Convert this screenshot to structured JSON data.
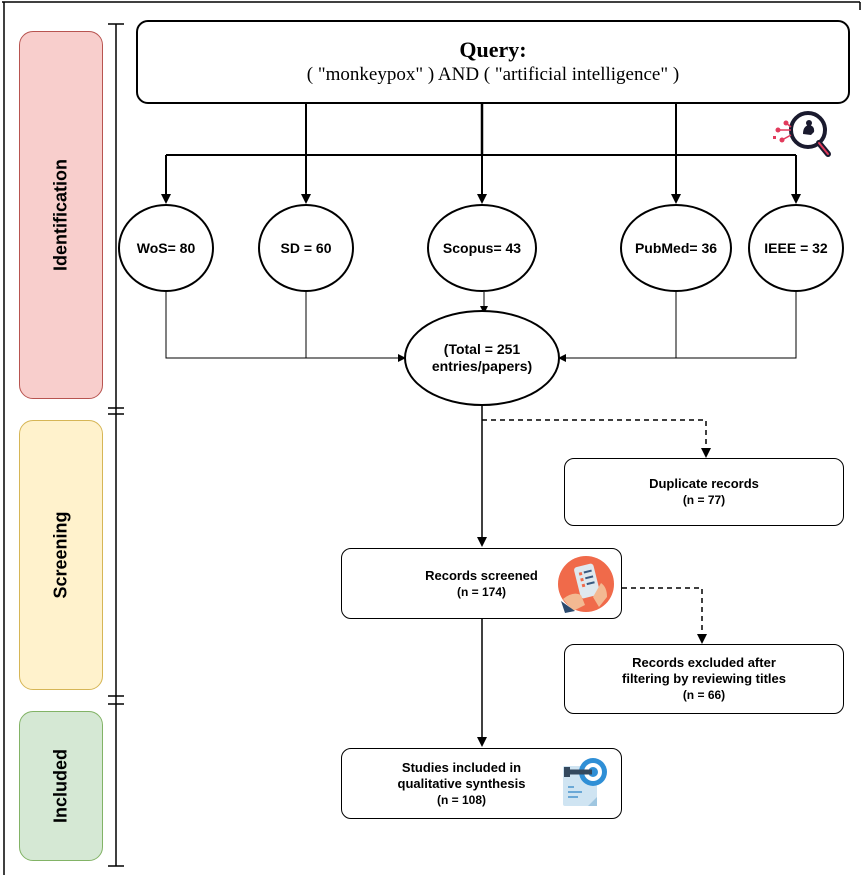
{
  "stages": {
    "identification": "Identification",
    "screening": "Screening",
    "included": "Included"
  },
  "query": {
    "title": "Query:",
    "text": "( \"monkeypox\" ) AND ( \"artificial intelligence\" )"
  },
  "sources": [
    {
      "label": "WoS= 80"
    },
    {
      "label": "SD = 60"
    },
    {
      "label": "Scopus= 43"
    },
    {
      "label": "PubMed= 36"
    },
    {
      "label": "IEEE = 32"
    }
  ],
  "total": {
    "line1": "(Total = 251",
    "line2": "entries/papers)"
  },
  "duplicates": {
    "line1": "Duplicate records",
    "line2": "(n = 77)"
  },
  "screened": {
    "line1": "Records screened",
    "line2": "(n = 174)"
  },
  "excluded": {
    "line1": "Records excluded after",
    "line2": "filtering by reviewing titles",
    "line3": "(n = 66)"
  },
  "included_box": {
    "line1": "Studies included in",
    "line2": "qualitative synthesis",
    "line3": "(n = 108)"
  },
  "colors": {
    "identification_fill": "#f8cecc",
    "identification_border": "#b85450",
    "screening_fill": "#fff2cc",
    "screening_border": "#d6b656",
    "included_fill": "#d5e8d4",
    "included_border": "#82b366"
  },
  "icons": [
    "search-ai-icon",
    "checklist-phone-icon",
    "document-target-icon"
  ]
}
